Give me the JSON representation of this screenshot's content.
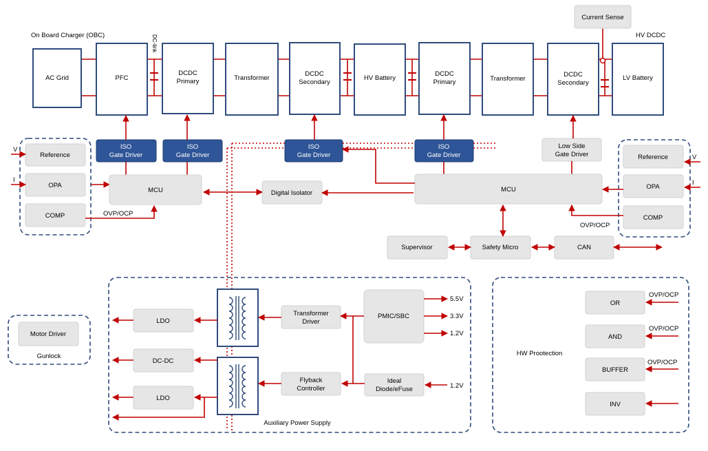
{
  "labels": {
    "obc_title": "On Board Charger (OBC)",
    "hv_dcdc_title": "HV DCDC",
    "ac_grid": "AC Grid",
    "pfc": "PFC",
    "obc_dcdc_primary": [
      "DCDC",
      "Primary"
    ],
    "obc_transformer": "Transformer",
    "obc_dcdc_secondary": [
      "DCDC",
      "Secondary"
    ],
    "hv_battery": "HV Battery",
    "hv_dcdc_primary": [
      "DCDC",
      "Primary"
    ],
    "hv_transformer": "Transformer",
    "hv_dcdc_secondary": [
      "DCDC",
      "Secondary"
    ],
    "lv_battery": "LV Battery",
    "current_sense": "Current Sense",
    "dc_link": "DC-link",
    "iso_gate_driver": [
      "ISO",
      "Gate Driver"
    ],
    "low_side_gate_driver": [
      "Low Side",
      "Gate Driver"
    ],
    "left_reference": "Reference",
    "left_opa": "OPA",
    "left_comp": "COMP",
    "left_v": "V",
    "left_i": "I",
    "left_ovp_ocp": "OVP/OCP",
    "left_mcu": "MCU",
    "digital_isolator": "Digital Isolator",
    "right_mcu": "MCU",
    "right_reference": "Reference",
    "right_opa": "OPA",
    "right_comp": "COMP",
    "right_v": "V",
    "right_i": "I",
    "right_ovp_ocp": "OVP/OCP",
    "supervisor": "Supervisor",
    "safety_micro": "Safety Micro",
    "can": "CAN",
    "motor_driver": "Motor Driver",
    "gunlock": "Gunlock",
    "ldo_top": "LDO",
    "dcdc_aux": "DC-DC",
    "ldo_bottom": "LDO",
    "transformer_driver": [
      "Transformer",
      "Driver"
    ],
    "flyback_controller": [
      "Flyback",
      "Controller"
    ],
    "pmic_sbc": "PMIC/SBC",
    "ideal_diode": [
      "Ideal",
      "Diode/eFuse"
    ],
    "rail_5v5": "5.5V",
    "rail_3v3": "3.3V",
    "rail_1v2_pmic": "1.2V",
    "rail_1v2_diode": "1.2V",
    "aux_power_supply": "Auxiliary Power Supply",
    "hw_protection": "HW Prootection",
    "hw_or": "OR",
    "hw_and": "AND",
    "hw_buffer": "BUFFER",
    "hw_inv": "INV",
    "hw_ovp_ocp_1": "OVP/OCP",
    "hw_ovp_ocp_2": "OVP/OCP",
    "hw_ovp_ocp_3": "OVP/OCP"
  },
  "colors": {
    "wire": "#c00000",
    "power_block_border": "#2f4b7c",
    "gate_driver_fill": "#2e5597",
    "logic_block_fill": "#e6e6e6",
    "group_border": "#2f4b7c"
  }
}
